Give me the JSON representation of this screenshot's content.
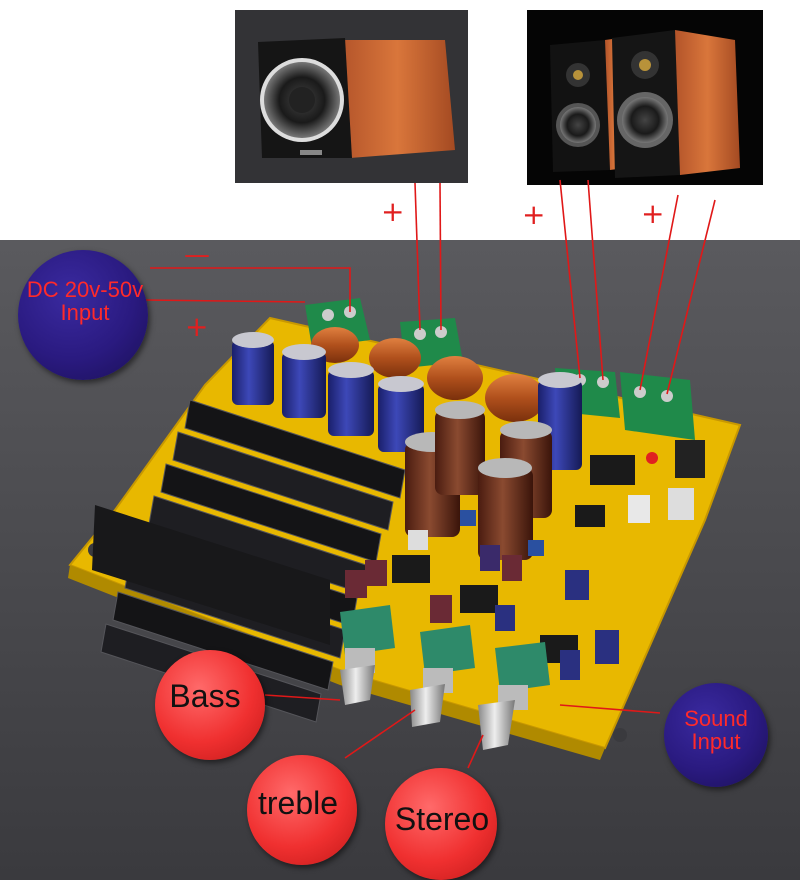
{
  "labels": {
    "dc_input_line1": "DC 20v-50v",
    "dc_input_line2": "Input",
    "sound_input_line1": "Sound",
    "sound_input_line2": "Input",
    "bass": "Bass",
    "treble": "treble",
    "stereo": "Stereo"
  },
  "polarity": {
    "plus": "+",
    "minus": "—"
  },
  "colors": {
    "wire": "#e01818",
    "board": "#e8b800",
    "heatsink": "#1a1a1a",
    "label_red": "#ff2a2a",
    "circle_blue": "#2a1a80",
    "circle_red": "#f03030"
  }
}
